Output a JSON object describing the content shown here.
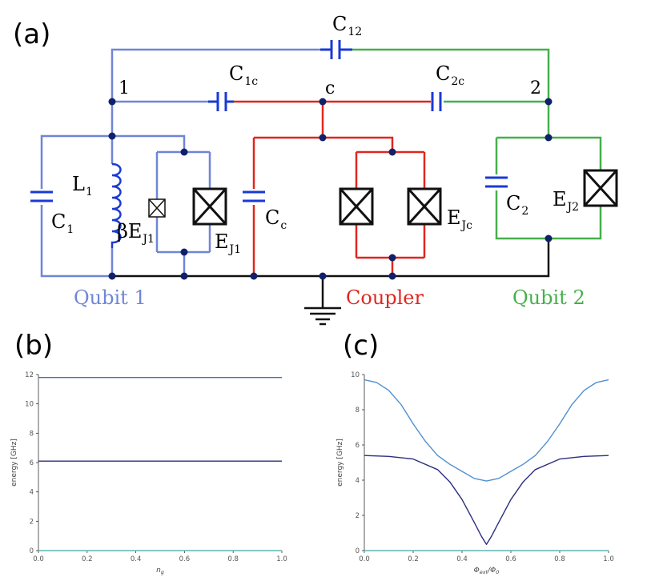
{
  "panels": {
    "a": "(a)",
    "b": "(b)",
    "c": "(c)"
  },
  "circuit": {
    "colors": {
      "qubit1": "#6f86d6",
      "coupler": "#e0261f",
      "qubit2": "#45b04a",
      "wire": "#111111",
      "cap": "#1a3ad4",
      "node": "#10206a"
    },
    "nodes": {
      "n1": "1",
      "nc": "c",
      "n2": "2"
    },
    "labels": {
      "C12": {
        "main": "C",
        "sub": "12"
      },
      "C1c": {
        "main": "C",
        "sub": "1c"
      },
      "C2c": {
        "main": "C",
        "sub": "2c"
      },
      "L1": {
        "main": "L",
        "sub": "1"
      },
      "C1": {
        "main": "C",
        "sub": "1"
      },
      "bEJ1": {
        "main": "βE",
        "sub": "J1"
      },
      "EJ1": {
        "main": "E",
        "sub": "J1"
      },
      "Cc": {
        "main": "C",
        "sub": "c"
      },
      "EJc": {
        "main": "E",
        "sub": "Jc"
      },
      "C2": {
        "main": "C",
        "sub": "2"
      },
      "EJ2": {
        "main": "E",
        "sub": "J2"
      }
    },
    "sections": {
      "qubit1": "Qubit 1",
      "coupler": "Coupler",
      "qubit2": "Qubit 2"
    }
  },
  "chart_data": [
    {
      "type": "line",
      "panel": "b",
      "xlabel": "n_g",
      "ylabel": "energy [GHz]",
      "xlim": [
        0,
        1
      ],
      "ylim": [
        0,
        12
      ],
      "xticks": [
        "0.0",
        "0.2",
        "0.4",
        "0.6",
        "0.8",
        "1.0"
      ],
      "yticks": [
        "0",
        "2",
        "4",
        "6",
        "8",
        "10",
        "12"
      ],
      "series": [
        {
          "color": "#5fb6b3",
          "x": [
            0,
            1
          ],
          "y": [
            0,
            0
          ]
        },
        {
          "color": "#2b2f80",
          "x": [
            0,
            1
          ],
          "y": [
            6.1,
            6.1
          ]
        },
        {
          "color": "#3f6fb0",
          "x": [
            0,
            1
          ],
          "y": [
            11.8,
            11.8
          ]
        }
      ]
    },
    {
      "type": "line",
      "panel": "c",
      "xlabel": "Φ_ext/Φ_0",
      "ylabel": "energy [GHz]",
      "xlim": [
        0,
        1
      ],
      "ylim": [
        0,
        10
      ],
      "xticks": [
        "0.0",
        "0.2",
        "0.4",
        "0.6",
        "0.8",
        "1.0"
      ],
      "yticks": [
        "0",
        "2",
        "4",
        "6",
        "8",
        "10"
      ],
      "series": [
        {
          "color": "#5fb6b3",
          "x": [
            0,
            1
          ],
          "y": [
            0,
            0
          ]
        },
        {
          "color": "#2b2f80",
          "x": [
            0,
            0.1,
            0.2,
            0.3,
            0.35,
            0.4,
            0.45,
            0.48,
            0.5,
            0.52,
            0.55,
            0.6,
            0.65,
            0.7,
            0.8,
            0.9,
            1.0
          ],
          "y": [
            5.4,
            5.35,
            5.2,
            4.6,
            3.9,
            2.9,
            1.6,
            0.8,
            0.35,
            0.8,
            1.6,
            2.9,
            3.9,
            4.6,
            5.2,
            5.35,
            5.4
          ]
        },
        {
          "color": "#4f8fd0",
          "x": [
            0,
            0.05,
            0.1,
            0.15,
            0.2,
            0.25,
            0.3,
            0.35,
            0.4,
            0.45,
            0.5,
            0.55,
            0.6,
            0.65,
            0.7,
            0.75,
            0.8,
            0.85,
            0.9,
            0.95,
            1.0
          ],
          "y": [
            9.7,
            9.55,
            9.1,
            8.3,
            7.2,
            6.2,
            5.4,
            4.9,
            4.5,
            4.1,
            3.95,
            4.1,
            4.5,
            4.9,
            5.4,
            6.2,
            7.2,
            8.3,
            9.1,
            9.55,
            9.7
          ]
        }
      ]
    }
  ]
}
